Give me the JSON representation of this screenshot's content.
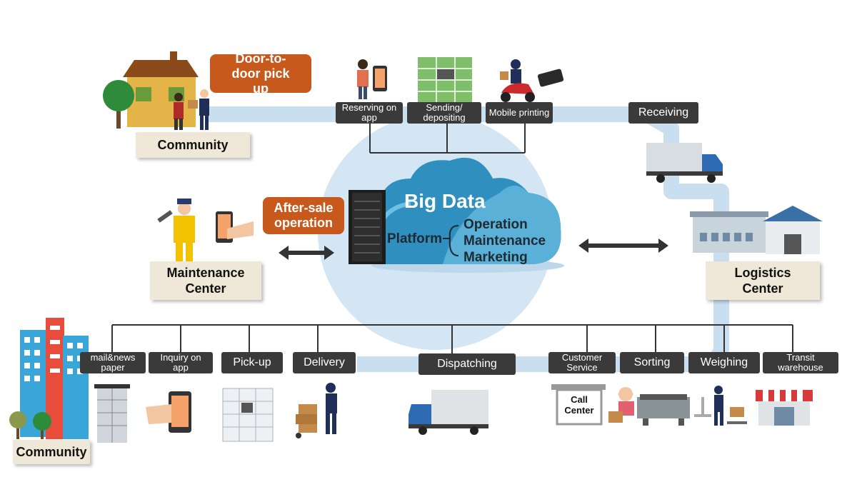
{
  "colors": {
    "route": "#c9dff0",
    "circle": "#d4e6f4",
    "cloud_light": "#5ab0d6",
    "cloud_dark": "#2f8fbe",
    "bubble": "#c8591c",
    "label_bg": "#3a3a3a",
    "place_bg": "#efe8d8"
  },
  "center": {
    "title": "Big Data",
    "platform": "Platform",
    "items": [
      "Operation",
      "Maintenance",
      "Marketing"
    ]
  },
  "places": {
    "community_top": "Community",
    "maintenance_center": "Maintenance Center",
    "logistics_center": "Logistics Center",
    "community_bottom": "Community"
  },
  "bubbles": {
    "door_pickup": "Door-to-door pick up",
    "after_sale": "After-sale operation"
  },
  "top_labels": {
    "reserving": "Reserving on app",
    "sending": "Sending/ depositing",
    "mobile": "Mobile printing",
    "receiving": "Receiving"
  },
  "bottom_labels": {
    "mail": "mail&news paper",
    "inquiry": "Inquiry on app",
    "pickup": "Pick-up",
    "delivery": "Delivery",
    "dispatching": "Dispatching",
    "customer": "Customer Service",
    "sorting": "Sorting",
    "weighing": "Weighing",
    "transit": "Transit warehouse"
  },
  "call_center": "Call Center",
  "icons": [
    "house-icon",
    "couriers-icon",
    "woman-phone-icon",
    "locker-icon",
    "scooter-courier-icon",
    "printer-icon",
    "truck-icon",
    "warehouse-icon",
    "mechanic-icon",
    "hand-phone-icon",
    "server-rack-icon",
    "cloud-icon",
    "building-icon",
    "tree-icon",
    "mailbox-icon",
    "parcel-locker-icon",
    "delivery-man-icon",
    "call-center-icon",
    "operator-icon",
    "sorting-machine-icon",
    "scale-icon",
    "shop-icon"
  ]
}
